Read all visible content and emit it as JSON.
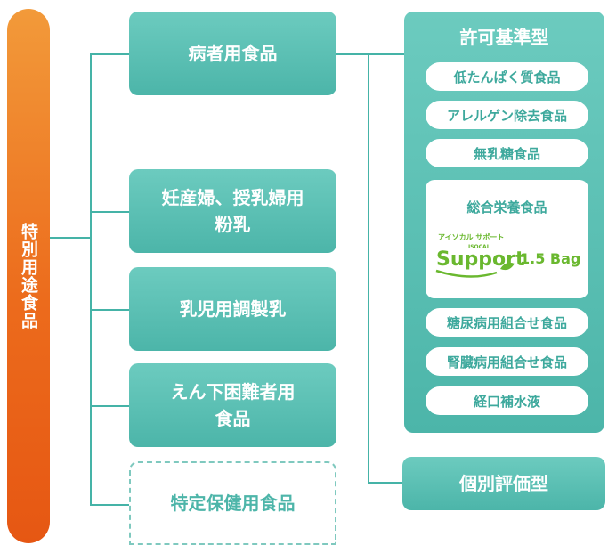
{
  "root": {
    "label": "特別用途食品"
  },
  "categories": [
    {
      "label": "病者用食品"
    },
    {
      "label": "妊産婦、授乳婦用\n粉乳"
    },
    {
      "label": "乳児用調製乳"
    },
    {
      "label": "えん下困難者用\n食品"
    },
    {
      "label": "特定保健用食品"
    }
  ],
  "approval": {
    "title": "許可基準型",
    "items": [
      "低たんぱく質食品",
      "アレルゲン除去食品",
      "無乳糖食品",
      "総合栄養食品",
      "糖尿病用組合せ食品",
      "腎臓病用組合せ食品",
      "経口補水液"
    ],
    "product_logo": {
      "top": "アイソカル サポート",
      "sub": "ISOCAL",
      "main": "Support",
      "version": "1.5 Bag"
    }
  },
  "individual": {
    "label": "個別評価型"
  },
  "colors": {
    "root": "#ec6b1c",
    "teal": "#4cb5a9",
    "line": "#45b3a7",
    "logo_green": "#6ab82f"
  }
}
